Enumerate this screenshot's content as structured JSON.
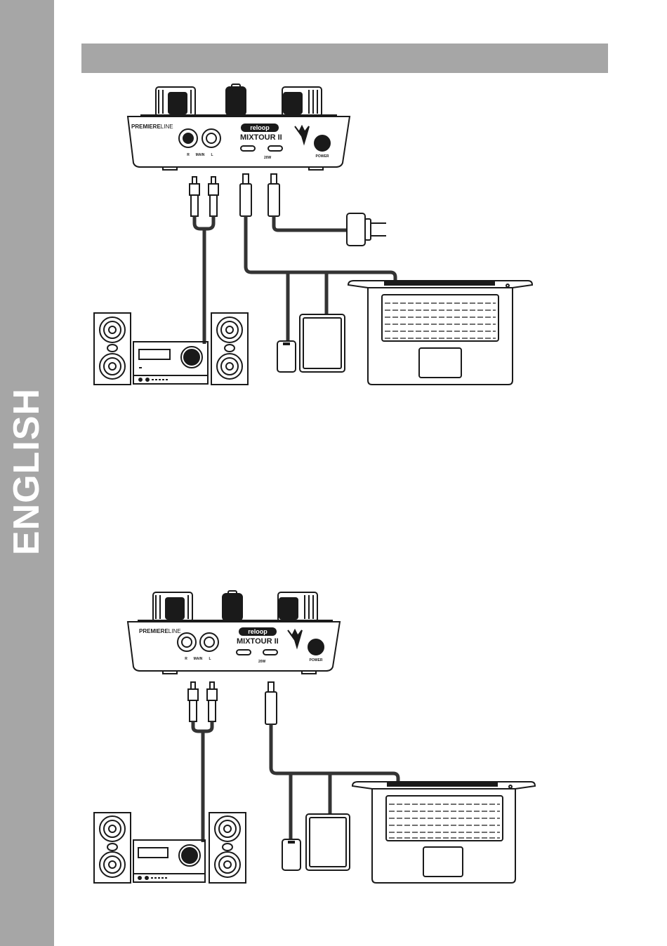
{
  "sidebar": {
    "label": "ENGLISH"
  },
  "device": {
    "series": "PREMIERE",
    "series_suffix": "LINE",
    "brand": "reloop",
    "model": "MIXTOUR",
    "model_suffix": "II",
    "port_r": "R",
    "port_main": "MAIN",
    "port_l": "L",
    "usb_power_label": "20W",
    "power_label": "POWER"
  },
  "colors": {
    "panel_gray": "#a6a6a6",
    "line": "#1a1a1a",
    "cable": "#333333"
  }
}
